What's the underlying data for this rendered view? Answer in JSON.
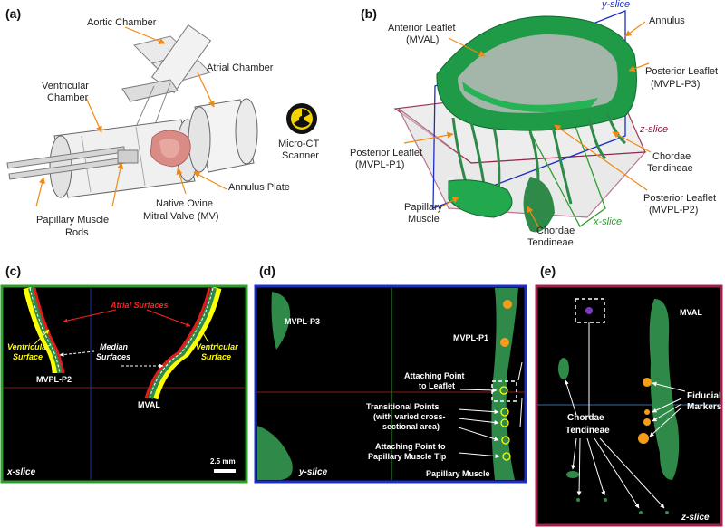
{
  "panel_a": {
    "tag": "(a)",
    "labels": {
      "aortic_chamber": "Aortic Chamber",
      "atrial_chamber": "Atrial Chamber",
      "ventricular_chamber_1": "Ventricular",
      "ventricular_chamber_2": "Chamber",
      "micro_ct_1": "Micro-CT",
      "micro_ct_2": "Scanner",
      "annulus_plate": "Annulus Plate",
      "native_1": "Native Ovine",
      "native_2": "Mitral Valve (MV)",
      "papillary_rods_1": "Papillary Muscle",
      "papillary_rods_2": "Rods"
    }
  },
  "panel_b": {
    "tag": "(b)",
    "labels": {
      "anterior_leaflet_1": "Anterior Leaflet",
      "anterior_leaflet_2": "(MVAL)",
      "y_slice": "y-slice",
      "annulus": "Annulus",
      "posterior_p3_1": "Posterior Leaflet",
      "posterior_p3_2": "(MVPL-P3)",
      "z_slice": "z-slice",
      "posterior_p1_1": "Posterior Leaflet",
      "posterior_p1_2": "(MVPL-P1)",
      "chordae_right_1": "Chordae",
      "chordae_right_2": "Tendineae",
      "posterior_p2_1": "Posterior Leaflet",
      "posterior_p2_2": "(MVPL-P2)",
      "papillary_1": "Papillary",
      "papillary_2": "Muscle",
      "x_slice": "x-slice",
      "chordae_bottom_1": "Chordae",
      "chordae_bottom_2": "Tendineae"
    }
  },
  "panel_c": {
    "tag": "(c)",
    "labels": {
      "atrial_surfaces": "Atrial Surfaces",
      "ventricular_left_1": "Ventricular",
      "ventricular_left_2": "Surface",
      "median_1": "Median",
      "median_2": "Surfaces",
      "ventricular_right_1": "Ventricular",
      "ventricular_right_2": "Surface",
      "mvpl_p2": "MVPL-P2",
      "mval": "MVAL",
      "slice": "x-slice",
      "scale": "2.5 mm"
    }
  },
  "panel_d": {
    "tag": "(d)",
    "labels": {
      "mvpl_p3": "MVPL-P3",
      "mvpl_p1": "MVPL-P1",
      "attach_leaflet_1": "Attaching Point",
      "attach_leaflet_2": "to Leaflet",
      "transitional_1": "Transitional Points",
      "transitional_2": "(with varied cross-",
      "transitional_3": "sectional area)",
      "attach_muscle_1": "Attaching Point to",
      "attach_muscle_2": "Papillary Muscle Tip",
      "papillary_muscle": "Papillary Muscle",
      "slice": "y-slice"
    }
  },
  "panel_e": {
    "tag": "(e)",
    "labels": {
      "mval": "MVAL",
      "fiducial_1": "Fiducial",
      "fiducial_2": "Markers",
      "chordae_1": "Chordae",
      "chordae_2": "Tendineae",
      "slice": "z-slice"
    }
  },
  "colors": {
    "panel_c_border": "#2e9e2e",
    "panel_d_border": "#1c2fc4",
    "panel_e_border": "#a0224a",
    "tissue_green": "#2f8a4a",
    "leaflet_green": "#22b04f",
    "marker_orange": "#f59d1b",
    "callout_orange": "#f08a12"
  }
}
